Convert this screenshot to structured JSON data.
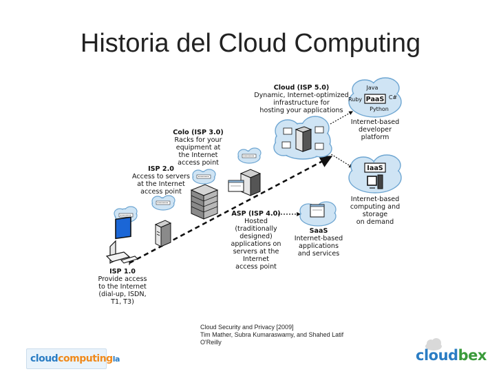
{
  "slide": {
    "title": "Historia del Cloud Computing"
  },
  "stages": {
    "isp1": {
      "title": "ISP 1.0",
      "lines": [
        "Provide access",
        "to the Internet",
        "(dial-up, ISDN,",
        "T1, T3)"
      ]
    },
    "isp2": {
      "title": "ISP 2.0",
      "lines": [
        "Access to servers",
        "at the Internet",
        "access point"
      ]
    },
    "colo": {
      "title": "Colo (ISP 3.0)",
      "lines": [
        "Racks for your",
        "equipment at",
        "the Internet",
        "access point"
      ]
    },
    "asp": {
      "title": "ASP (ISP 4.0)",
      "lines": [
        "Hosted",
        "(traditionally",
        "designed)",
        "applications on",
        "servers at the",
        "Internet",
        "access point"
      ]
    },
    "cloud": {
      "title": "Cloud (ISP 5.0)",
      "lines": [
        "Dynamic, Internet-optimized",
        "infrastructure for",
        "hosting your applications"
      ]
    }
  },
  "service_models": {
    "paas": {
      "badge": "PaaS",
      "langs": [
        "Java",
        "Ruby",
        "C#",
        "Python"
      ],
      "lines": [
        "Internet-based",
        "developer",
        "platform"
      ]
    },
    "iaas": {
      "badge": "IaaS",
      "lines": [
        "Internet-based",
        "computing and",
        "storage",
        "on demand"
      ]
    },
    "saas": {
      "title": "SaaS",
      "lines": [
        "Internet-based",
        "applications",
        "and services"
      ]
    }
  },
  "source": {
    "lines": [
      "Cloud Security and Privacy [2009]",
      "Tim Mather, Subra Kumaraswamy, and Shahed Latif",
      "O'Reilly"
    ]
  },
  "logos": {
    "left": {
      "part1": "cloud",
      "part2": "computing",
      "part3": "la"
    },
    "right": {
      "part1": "cloud",
      "part2": "bex"
    }
  },
  "colors": {
    "cloud_fill": "#cfe4f4",
    "cloud_stroke": "#6ea6d2",
    "monitor_screen": "#1b66d6",
    "server_gray": "#8a8a8a",
    "brand_blue": "#2b7dc4",
    "brand_orange": "#f08a1c",
    "brand_green": "#3a9a3a"
  }
}
